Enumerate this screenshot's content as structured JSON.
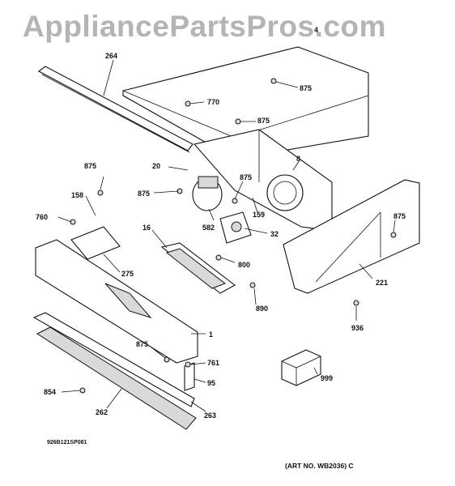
{
  "watermark": "AppliancePartsPros.com",
  "labels": {
    "p264": "264",
    "p770": "770",
    "p875a": "875",
    "p875b": "875",
    "p875c": "875",
    "p875d": "875",
    "p875e": "875",
    "p875f": "875",
    "p875g": "875",
    "p8": "8",
    "p20": "20",
    "p158": "158",
    "p760": "760",
    "p582": "582",
    "p159": "159",
    "p16": "16",
    "p32": "32",
    "p800": "800",
    "p275": "275",
    "p221": "221",
    "p890": "890",
    "p1": "1",
    "p936": "936",
    "p761": "761",
    "p95": "95",
    "p999": "999",
    "p854": "854",
    "p262": "262",
    "p263": "263",
    "p4": "4"
  },
  "footer": {
    "drawing_code": "926B121SP081",
    "art_number": "(ART NO. WB2036) C"
  }
}
